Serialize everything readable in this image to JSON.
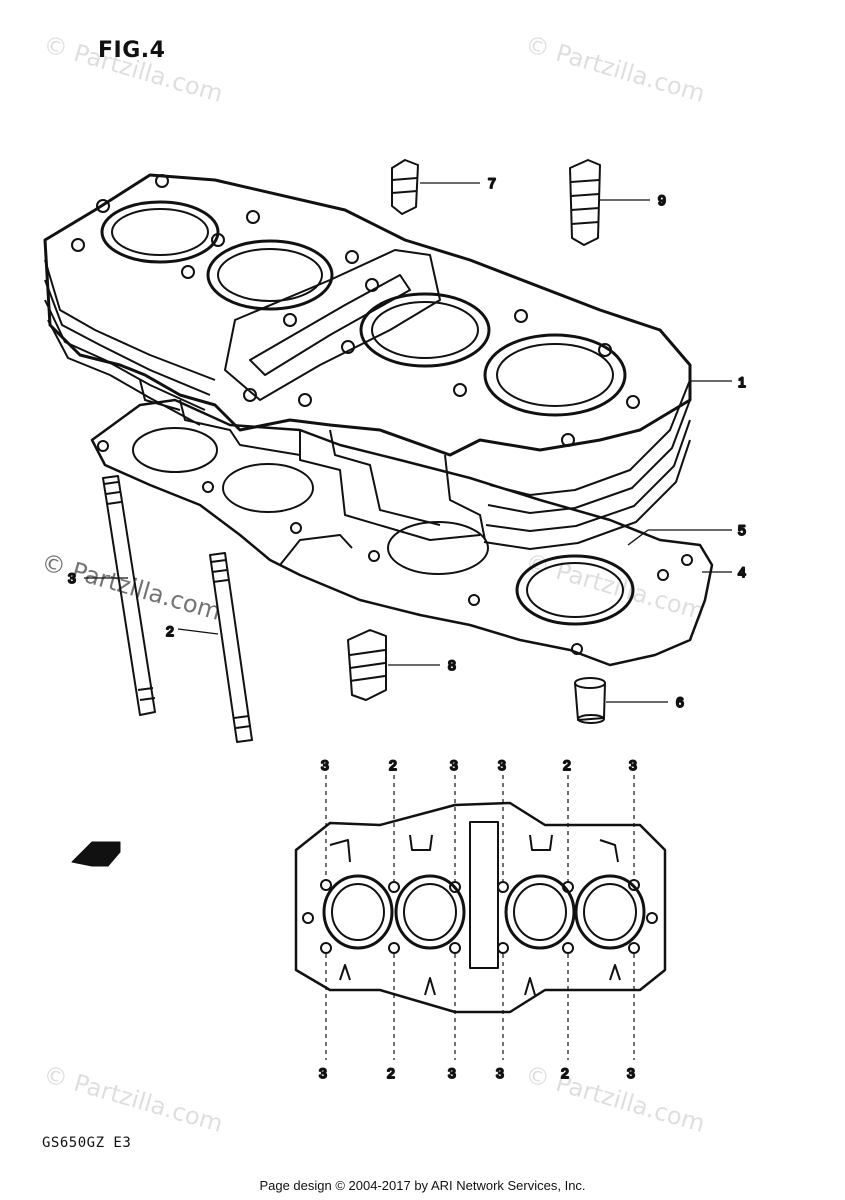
{
  "figure": {
    "title": "FIG.4",
    "model_code": "GS650GZ E3"
  },
  "watermark": "© Partzilla.com",
  "footer": "Page design © 2004-2017 by ARI Network Services, Inc.",
  "callouts": [
    {
      "id": "cylinder",
      "label": "1"
    },
    {
      "id": "stud-long",
      "label": "2"
    },
    {
      "id": "stud-short",
      "label": "3"
    },
    {
      "id": "base-gasket",
      "label": "4"
    },
    {
      "id": "o-ring",
      "label": "5"
    },
    {
      "id": "dowel-pin",
      "label": "6"
    },
    {
      "id": "rubber-damper-small",
      "label": "7"
    },
    {
      "id": "rubber-damper-medium",
      "label": "8"
    },
    {
      "id": "rubber-damper-large",
      "label": "9"
    }
  ],
  "layout_labels": {
    "top": [
      "3",
      "2",
      "3",
      "3",
      "2",
      "3"
    ],
    "bottom": [
      "3",
      "2",
      "3",
      "3",
      "2",
      "3"
    ]
  },
  "fwd_label": "FWD"
}
